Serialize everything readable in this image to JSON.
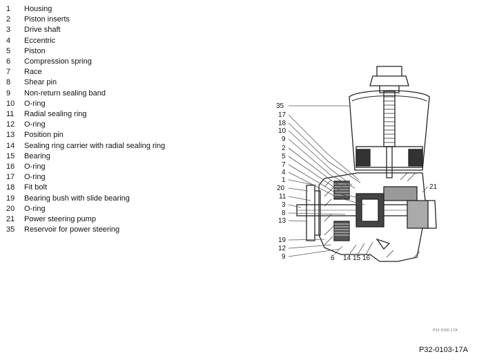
{
  "legend": [
    {
      "num": "1",
      "label": "Housing"
    },
    {
      "num": "2",
      "label": "Piston inserts"
    },
    {
      "num": "3",
      "label": "Drive shaft"
    },
    {
      "num": "4",
      "label": "Eccentric"
    },
    {
      "num": "5",
      "label": "Piston"
    },
    {
      "num": "6",
      "label": "Compression spring"
    },
    {
      "num": "7",
      "label": "Race"
    },
    {
      "num": "8",
      "label": "Shear pin"
    },
    {
      "num": "9",
      "label": "Non-return sealing band"
    },
    {
      "num": "10",
      "label": "O-ring"
    },
    {
      "num": "11",
      "label": "Radial sealing ring"
    },
    {
      "num": "12",
      "label": "O-ring"
    },
    {
      "num": "13",
      "label": "Position pin"
    },
    {
      "num": "14",
      "label": "Sealing ring carrier with radial sealing ring"
    },
    {
      "num": "15",
      "label": "Bearing"
    },
    {
      "num": "16",
      "label": "O-ring"
    },
    {
      "num": "17",
      "label": "O-ring"
    },
    {
      "num": "18",
      "label": "Fit bolt"
    },
    {
      "num": "19",
      "label": "Bearing bush with slide bearing"
    },
    {
      "num": "20",
      "label": "O-ring"
    },
    {
      "num": "21",
      "label": "Power steering pump"
    },
    {
      "num": "35",
      "label": "Reservoir for power steering"
    }
  ],
  "callouts": {
    "c35": "35",
    "c17": "17",
    "c18": "18",
    "c10": "10",
    "c9a": "9",
    "c2": "2",
    "c5": "5",
    "c7": "7",
    "c4": "4",
    "c1": "1",
    "c20": "20",
    "c11": "11",
    "c3": "3",
    "c8": "8",
    "c13": "13",
    "c19": "19",
    "c12": "12",
    "c9b": "9",
    "c6": "6",
    "c14": "14",
    "c15": "15",
    "c16": "16",
    "c21": "21"
  },
  "plate_code": "P32-0100-17A",
  "figure_id": "P32-0103-17A"
}
